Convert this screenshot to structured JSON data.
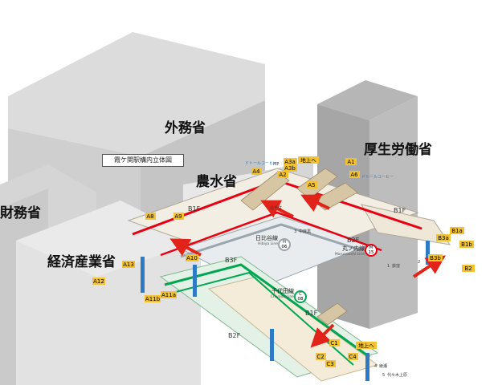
{
  "title": "霞ケ関駅構内立体図",
  "ministries": {
    "gaimusho": "外務省",
    "kosei": "厚生労働省",
    "nosui": "農水省",
    "zaimu": "財務省",
    "keizai": "経済産業省"
  },
  "floors": {
    "b1f_left": "B1F",
    "b1f_right": "B1F",
    "b1f_bottom": "B1F",
    "b2f_right": "B2F",
    "b2f_bottom": "B2F",
    "b3f": "B3F"
  },
  "lines": {
    "hibiya_name": "日比谷線",
    "hibiya_roman": "Hibiya Line",
    "hibiya_code": "H",
    "hibiya_num": "06",
    "chiyoda_name": "千代田線",
    "chiyoda_roman": "Chiyoda Line",
    "chiyoda_code": "C",
    "chiyoda_num": "08",
    "marunouchi_name": "丸ノ内線",
    "marunouchi_roman": "Marunouchi Line",
    "marunouchi_code": "M",
    "marunouchi_num": "15"
  },
  "exits": {
    "a1": "A1",
    "a2": "A2",
    "a3a": "A3a",
    "a3b": "A3b",
    "a4": "A4",
    "a5": "A5",
    "a6": "A6",
    "a8": "A8",
    "a9": "A9",
    "a10": "A10",
    "a11a": "A11a",
    "a11b": "A11b",
    "a12": "A12",
    "a13": "A13",
    "b1a": "B1a",
    "b1b": "B1b",
    "b2": "B2",
    "b3a": "B3a",
    "b3b": "B3b",
    "c1": "C1",
    "c2": "C2",
    "c3": "C3",
    "c4": "C4"
  },
  "labels": {
    "street_up_top": "地上へ",
    "street_up_bottom": "地上へ",
    "doutor_1": "ドトールコーヒー",
    "doutor_2": "ドトールコーヒー",
    "platform_ogikubo": "荻窪",
    "platform_ayase": "綾瀬",
    "platform_yoyogi": "代々木上原",
    "platform_nakameguro": "中目黒",
    "platform_kitasenju": "北千住",
    "num_1": "1",
    "num_2": "2",
    "num_3": "3",
    "num_4": "4",
    "num_5": "5",
    "mp": "MP"
  },
  "colors": {
    "hibiya": "#9AA5AE",
    "chiyoda": "#00A650",
    "marunouchi": "#E60012",
    "exit_badge": "#F2C230",
    "arrow": "#E2231A",
    "building_light": "#D3D3D3",
    "building_dark": "#9E9E9E"
  }
}
